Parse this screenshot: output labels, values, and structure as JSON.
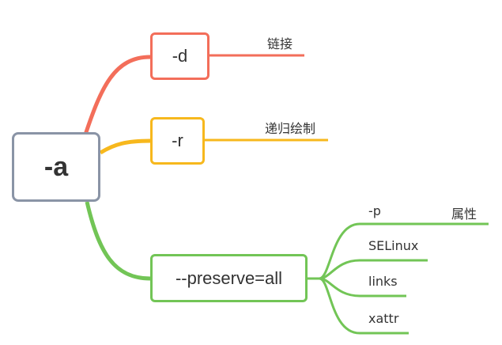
{
  "colors": {
    "root_border": "#8a94a6",
    "branch_d": "#f36e5a",
    "branch_r": "#f7b81d",
    "branch_all": "#72c556",
    "text": "#333333"
  },
  "root": {
    "label": "-a"
  },
  "branches": [
    {
      "node": "-d",
      "note": "链接"
    },
    {
      "node": "-r",
      "note": "递归绘制"
    },
    {
      "node": "--preserve=all",
      "children": [
        {
          "label": "-p",
          "note": "属性"
        },
        {
          "label": "SELinux"
        },
        {
          "label": "links"
        },
        {
          "label": "xattr"
        }
      ]
    }
  ]
}
